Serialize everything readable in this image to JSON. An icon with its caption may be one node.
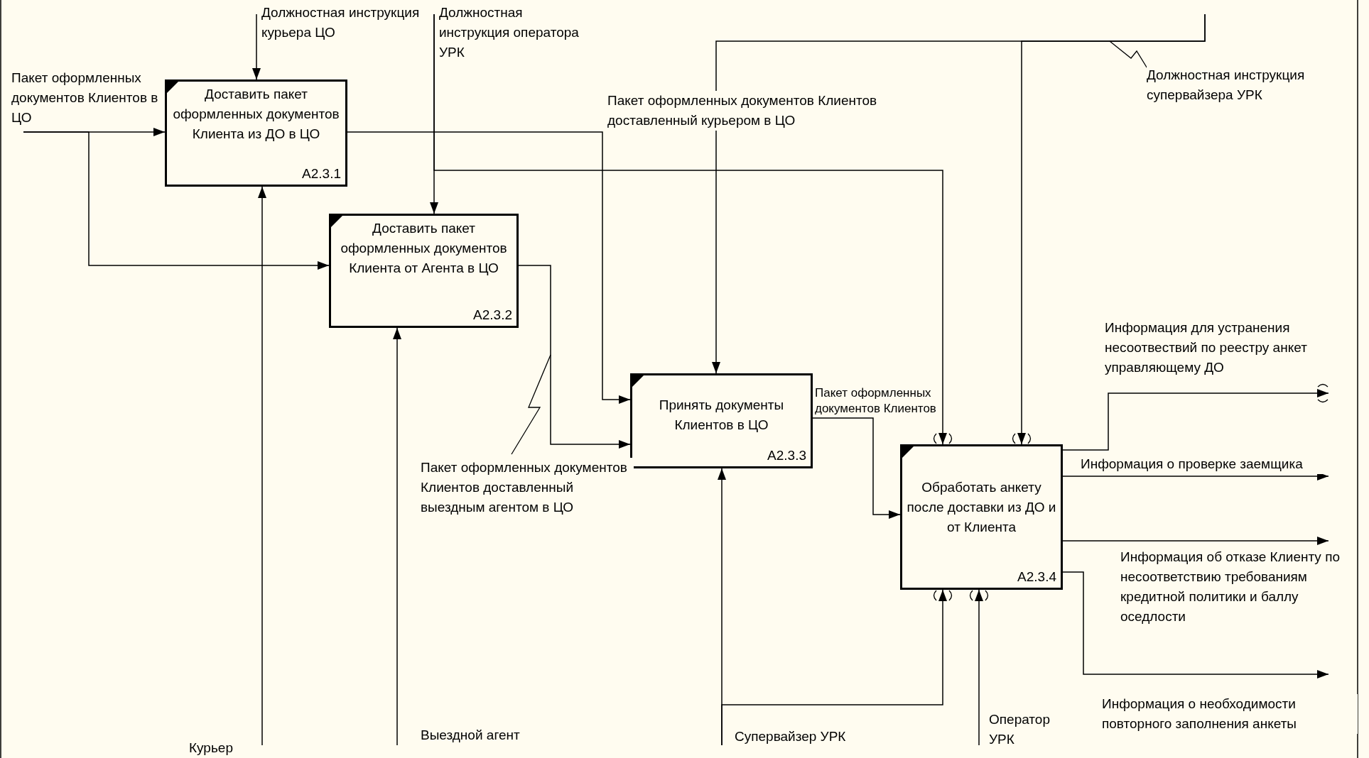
{
  "diagram": {
    "nodes": [
      {
        "text": [
          "Доставить пакет оформленных документов Клиента из ДО в ЦО",
          "А2.3.1"
        ]
      },
      {
        "text": [
          "Доставить пакет оформленных документов Клиента от Агента в ЦО",
          "А2.3.2"
        ]
      },
      {
        "text": [
          "Принять документы Клиентов в ЦО",
          "А2.3.3"
        ]
      },
      {
        "text": [
          "Обработать анкету после доставки из ДО и от Клиента",
          "А2.3.4"
        ]
      }
    ],
    "edges": [
      {
        "from": null,
        "to": 0,
        "arrow": "to",
        "label": "Пакет оформленных документов Клиентов в ЦО"
      },
      {
        "from": null,
        "to": 1,
        "arrow": "to"
      },
      {
        "from": null,
        "to": 0,
        "arrow": "to",
        "label": "Должностная инструкция курьера ЦО"
      },
      {
        "from": null,
        "to": 1,
        "arrow": "to",
        "label": "Должностная инструкция оператора УРК"
      },
      {
        "from": null,
        "to": 3,
        "arrow": "to"
      },
      {
        "from": null,
        "to": 2,
        "arrow": "to",
        "label": "Должностная инструкция супервайзера УРК"
      },
      {
        "from": null,
        "to": 3,
        "arrow": "to"
      },
      {
        "from": 0,
        "to": 2,
        "arrow": "to",
        "label": "Пакет оформленных документов Клиентов доставленный курьером в ЦО"
      },
      {
        "from": 1,
        "to": 2,
        "arrow": "to",
        "label": "Пакет оформленных документов Клиентов доставленный выездным агентом в ЦО"
      },
      {
        "from": 2,
        "to": 3,
        "arrow": "to",
        "label": "Пакет оформленных документов Клиентов"
      },
      {
        "from": 3,
        "to": null,
        "arrow": "to",
        "label": "Информация для устранения несоотвествий по реестру анкет управляющему ДО"
      },
      {
        "from": 3,
        "to": null,
        "arrow": "to",
        "label": "Информация о проверке заемщика"
      },
      {
        "from": 3,
        "to": null,
        "arrow": "to",
        "label": "Информация об отказе Клиенту по несоответствию требованиям кредитной политики и баллу оседлости"
      },
      {
        "from": 3,
        "to": null,
        "arrow": "to",
        "label": "Информация о необходимости повторного заполнения анкеты"
      },
      {
        "from": null,
        "to": 0,
        "arrow": "to",
        "label": "Курьер"
      },
      {
        "from": null,
        "to": 1,
        "arrow": "to",
        "label": "Выездной агент"
      },
      {
        "from": null,
        "to": 2,
        "arrow": "to",
        "label": "Супервайзер УРК"
      },
      {
        "from": null,
        "to": 3,
        "arrow": "to"
      },
      {
        "from": null,
        "to": 3,
        "arrow": "to",
        "label": "Оператор УРК"
      }
    ]
  }
}
